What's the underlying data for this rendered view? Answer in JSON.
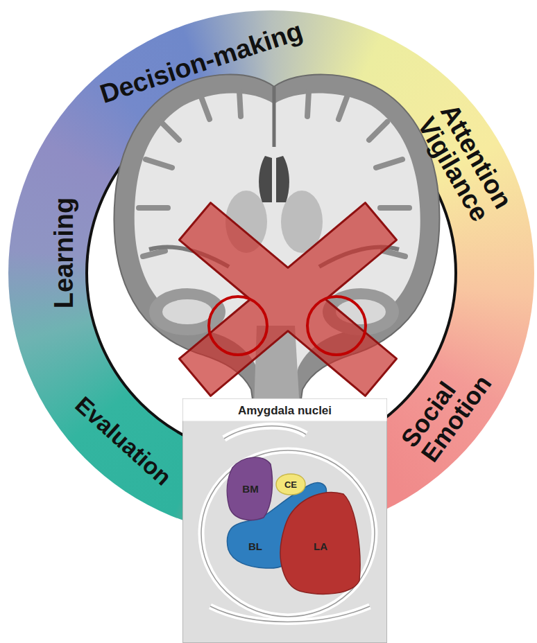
{
  "diagram": {
    "nodes": [
      {
        "text": [
          "Amygdala nuclei"
        ]
      },
      {
        "text": [
          "CE"
        ],
        "in": 0
      },
      {
        "text": [
          "BM"
        ],
        "in": 0
      },
      {
        "text": [
          "BL"
        ],
        "in": 0
      },
      {
        "text": [
          "LA"
        ],
        "in": 0
      }
    ],
    "labels": [
      "Decision-making",
      "Attention Vigilance",
      "Social Emotion",
      "Evaluation",
      "Learning"
    ]
  }
}
